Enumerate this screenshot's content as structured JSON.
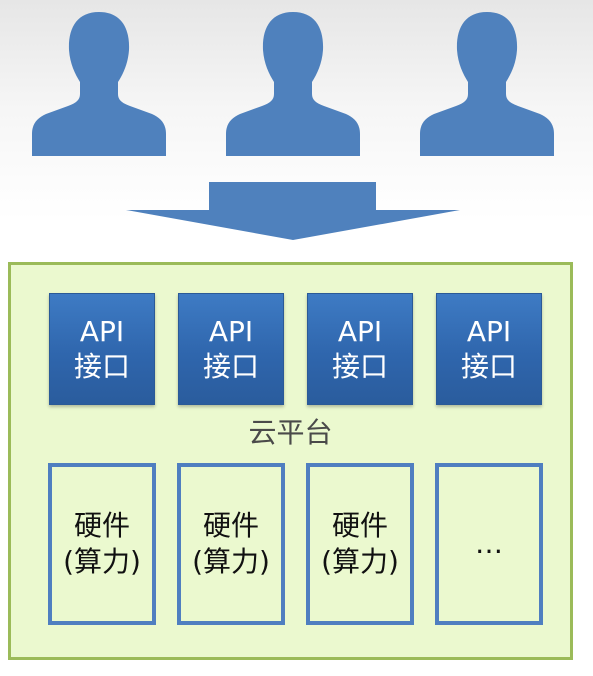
{
  "users": [
    {
      "id": "user-1"
    },
    {
      "id": "user-2"
    },
    {
      "id": "user-3"
    }
  ],
  "api_boxes": [
    {
      "line1": "API",
      "line2": "接口"
    },
    {
      "line1": "API",
      "line2": "接口"
    },
    {
      "line1": "API",
      "line2": "接口"
    },
    {
      "line1": "API",
      "line2": "接口"
    }
  ],
  "platform_label": "云平台",
  "hardware_boxes": [
    {
      "line1": "硬件",
      "line2": "(算力)"
    },
    {
      "line1": "硬件",
      "line2": "(算力)"
    },
    {
      "line1": "硬件",
      "line2": "(算力)"
    },
    {
      "line1": "…",
      "line2": ""
    }
  ],
  "colors": {
    "user_icon": "#4f81bd",
    "arrow": "#4f81bd",
    "api_box": "#2f66ad",
    "cloud_fill": "#ebf9cf",
    "cloud_border": "#9bbb59",
    "hardware_border": "#4f7fc0"
  },
  "icons": {
    "user": "person-silhouette-icon",
    "arrow": "down-arrow-icon"
  }
}
